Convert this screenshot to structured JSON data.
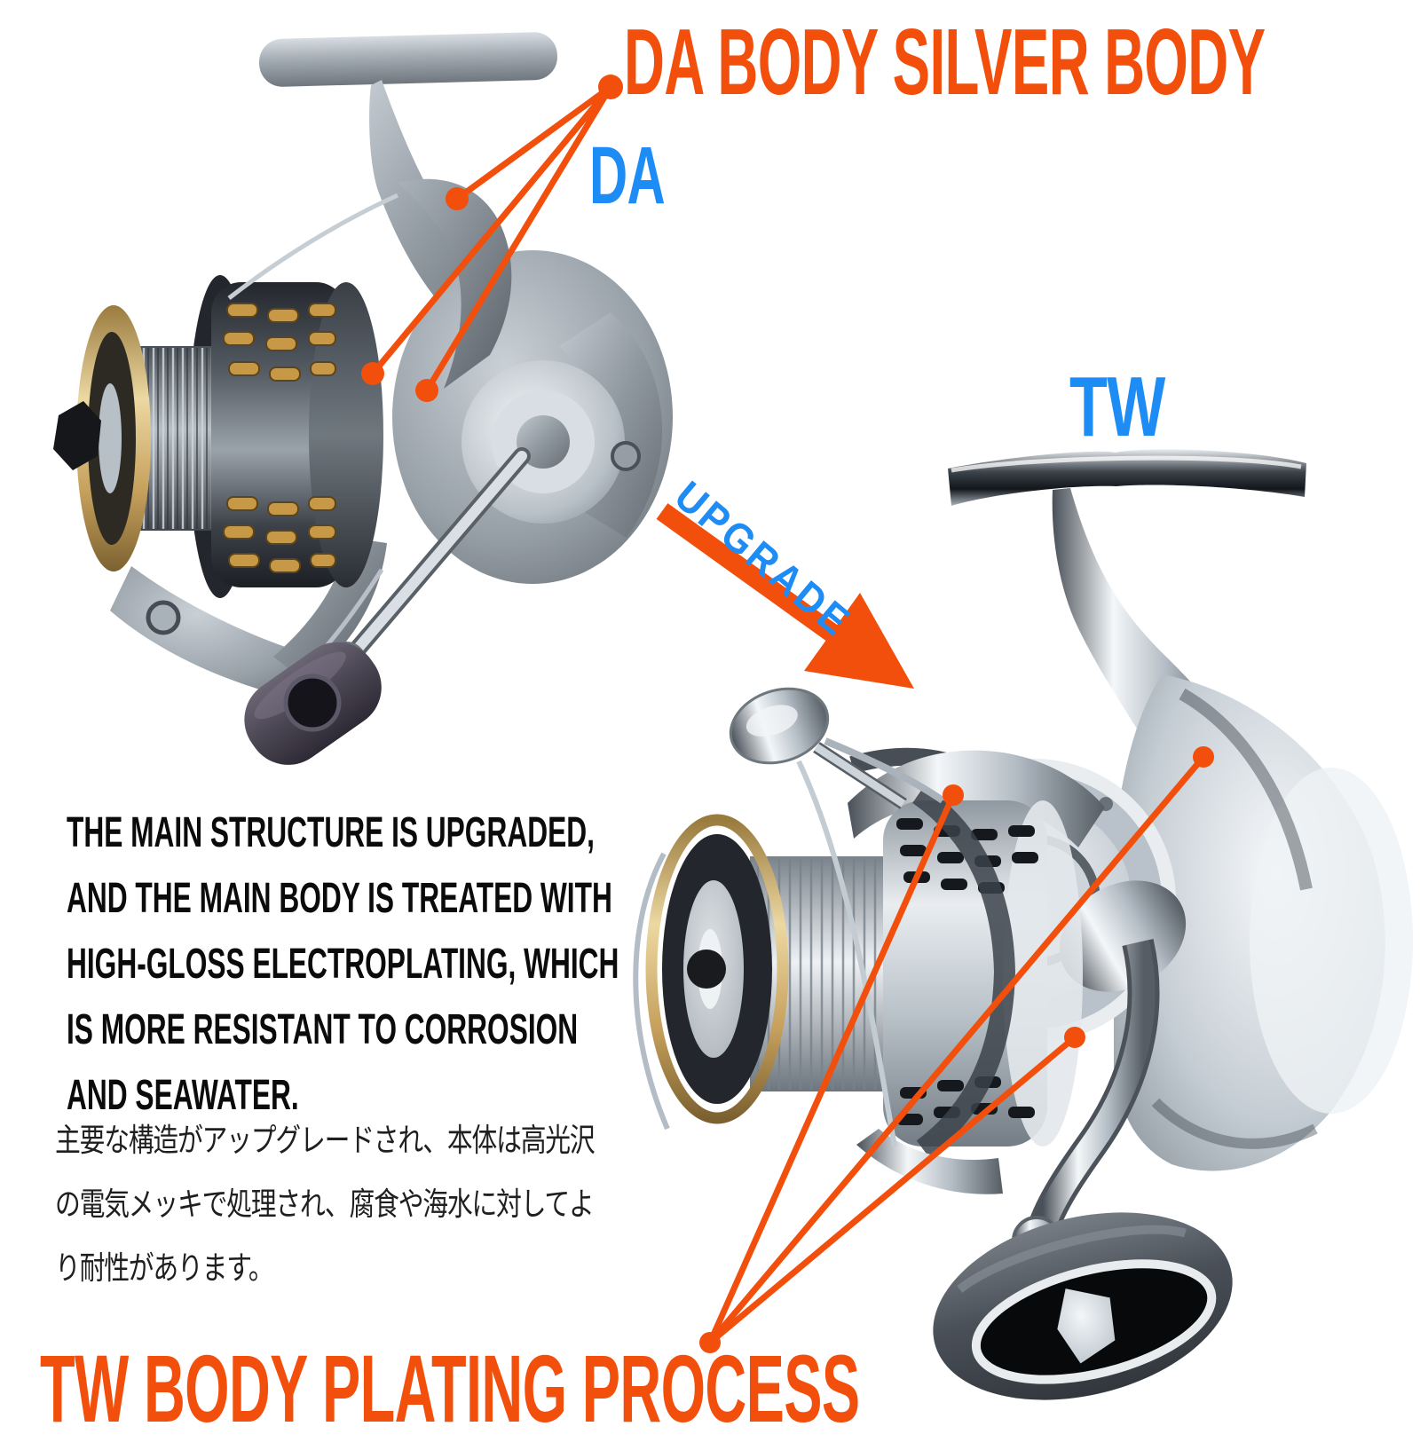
{
  "colors": {
    "accent_orange": "#f24f0c",
    "accent_blue": "#1e8cf5",
    "text_black": "#0b0b0b",
    "jp_text": "#1f1f1f"
  },
  "labels": {
    "top_title": "DA BODY SILVER BODY",
    "da_label": "DA",
    "tw_label": "TW",
    "upgrade_label": "UPGRADE",
    "bottom_title": "TW BODY PLATING PROCESS"
  },
  "description": {
    "en_lines": [
      "THE MAIN STRUCTURE IS UPGRADED,",
      "AND THE MAIN BODY IS TREATED WITH",
      "HIGH-GLOSS ELECTROPLATING, WHICH",
      "IS MORE RESISTANT TO CORROSION",
      "AND SEAWATER."
    ],
    "jp_lines": [
      "主要な構造がアップグレードされ、本体は高光沢",
      "の電気メッキで処理され、腐食や海水に対してよ",
      "り耐性があります。"
    ]
  }
}
